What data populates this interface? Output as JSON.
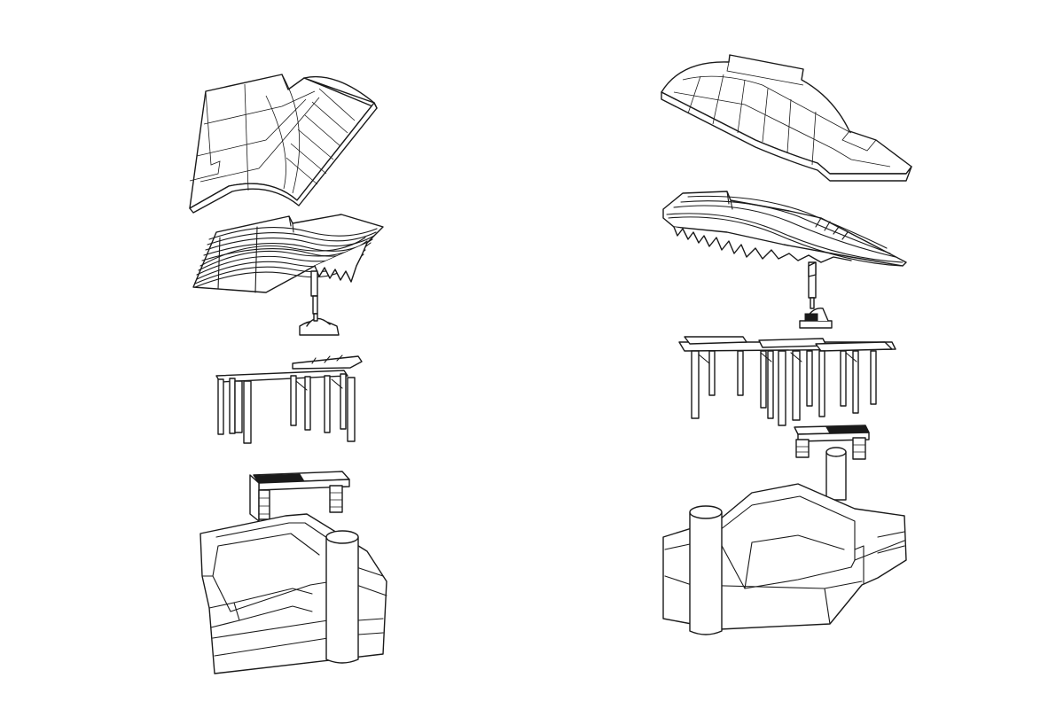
{
  "canvas": {
    "background": "#ffffff",
    "line_color": "#1a1a1a"
  },
  "assemblies": [
    {
      "id": "left",
      "layers": [
        "roof-canopy",
        "curved-rib-frame",
        "post-base",
        "beam-and-column-frame",
        "bench-block",
        "planter-seat-base",
        "cylinder-column"
      ]
    },
    {
      "id": "right",
      "layers": [
        "roof-canopy",
        "curved-rib-frame",
        "post-base",
        "beam-and-column-frame",
        "bench-block",
        "planter-seat-base",
        "cylinder-column"
      ]
    }
  ]
}
